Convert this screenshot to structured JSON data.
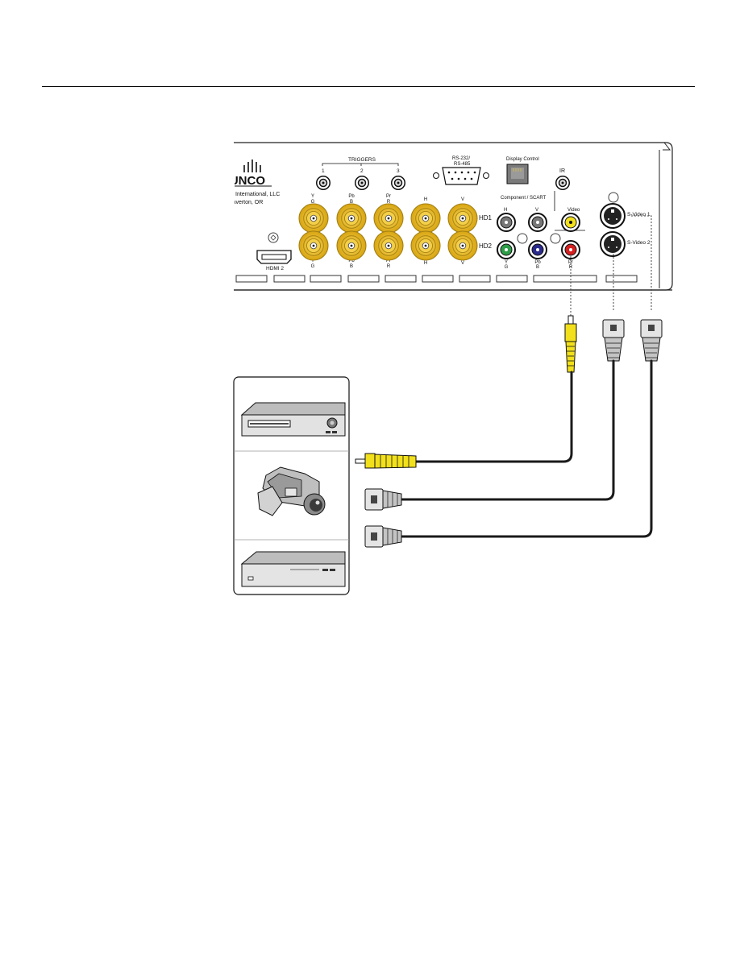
{
  "panel": {
    "brand_logo": "RUNCO",
    "company_line1": "International, LLC",
    "company_line2": "Beaverton, OR",
    "hdmi_label": "HDMI 2",
    "triggers_label": "TRIGGERS",
    "trigger_numbers": [
      "1",
      "2",
      "3"
    ],
    "serial_label_1": "RS-232/",
    "serial_label_2": "RS-485",
    "display_control_label": "Display Control",
    "ir_label": "IR",
    "component_scart_label": "Component / SCART",
    "video_label": "Video",
    "svideo1_label": "S-Video 1",
    "svideo2_label": "S-Video 2",
    "hd1_label": "HD1",
    "hd2_label": "HD2",
    "bnc_top_labels": [
      [
        "Y",
        "G"
      ],
      [
        "Pb",
        "B"
      ],
      [
        "Pr",
        "R"
      ],
      [
        "H",
        ""
      ],
      [
        "V",
        ""
      ]
    ],
    "bnc_bottom_labels": [
      [
        "Y",
        "G"
      ],
      [
        "Pb",
        "B"
      ],
      [
        "Pr",
        "R"
      ],
      [
        "H",
        ""
      ],
      [
        "V",
        ""
      ]
    ],
    "comp_top_labels": [
      "H",
      "V"
    ],
    "comp_bottom_labels": [
      [
        "Y",
        "G"
      ],
      [
        "Pb",
        "B"
      ],
      [
        "Pr",
        "R"
      ]
    ]
  },
  "colors": {
    "bnc_gold": "#e8b820",
    "rca_yellow": "#f2e01c",
    "rca_green": "#2e9e48",
    "rca_blue": "#2a2a8c",
    "rca_red": "#d42020",
    "cable": "#1a1a1a"
  },
  "sources": [
    "vcr-icon",
    "camcorder-icon",
    "dvd-player-icon"
  ]
}
